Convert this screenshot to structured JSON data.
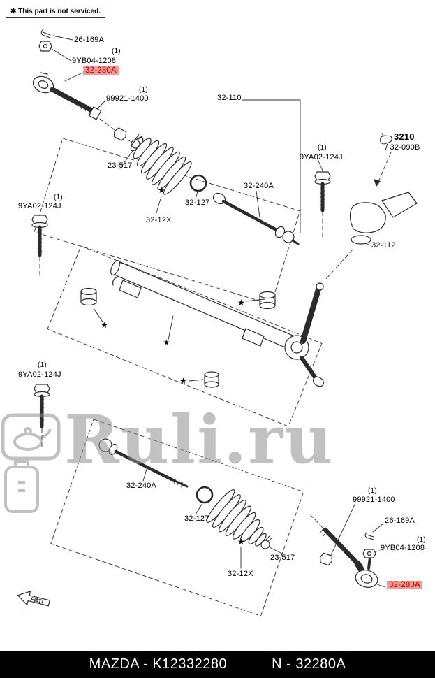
{
  "note": {
    "symbol": "✱",
    "text": "This part is not serviced."
  },
  "labels": {
    "qty_one": "(1)",
    "part_26_169A": "26-169A",
    "part_9YB04_1208": "9YB04-1208",
    "part_32_280A": "32-280A",
    "part_99921_1400": "99921-1400",
    "part_32_110": "32-110",
    "part_9YA02_124J": "9YA02-124J",
    "part_3210": "3210",
    "part_32_090B": "/ 32-090B",
    "part_23_517": "23-517",
    "part_32_240A": "32-240A",
    "part_32_127": "32-127",
    "part_32_12X": "32-12X",
    "part_32_112": "32-112",
    "star_marker": "★",
    "fwd": "FWD"
  },
  "watermark": {
    "text": "Ruli.ru"
  },
  "footer": {
    "left": "MAZDA - K12332280",
    "right": "N - 32280A"
  },
  "colors": {
    "highlight_bg": "#f49b96",
    "highlight_text": "#b00000",
    "diagram_line": "#2b2b2b",
    "footer_bg": "#000000",
    "watermark_gray": "#8f8f8f"
  }
}
